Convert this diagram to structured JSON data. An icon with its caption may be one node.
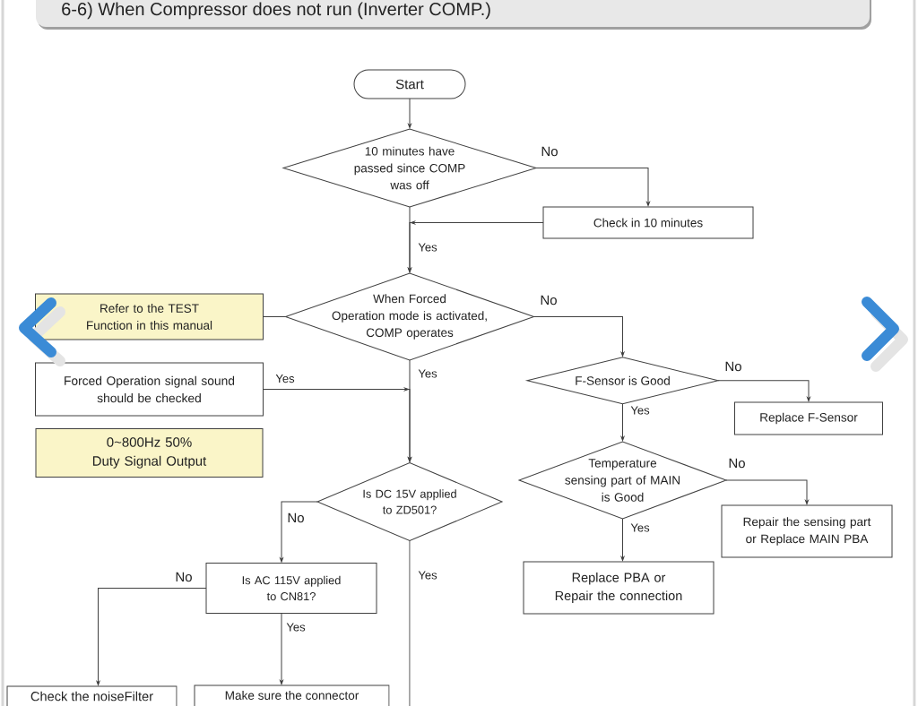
{
  "diagram": {
    "title": "6-6) When Compressor does not run (Inverter COMP.)",
    "nodes": [
      {
        "text": [
          "Start"
        ]
      },
      {
        "text": [
          "10 minutes have passed since COMP was off"
        ]
      },
      {
        "text": [
          "Check in 10 minutes"
        ]
      },
      {
        "text": [
          "Refer to the TEST Function in this manual"
        ]
      },
      {
        "text": [
          "When Forced Operation mode is activated, COMP operates"
        ]
      },
      {
        "text": [
          "Forced Operation signal sound should be checked"
        ]
      },
      {
        "text": [
          "0~800Hz 50% Duty Signal Output"
        ]
      },
      {
        "text": [
          "F-Sensor is Good"
        ]
      },
      {
        "text": [
          "Replace F-Sensor"
        ]
      },
      {
        "text": [
          "Is DC 15V applied to ZD501?"
        ]
      },
      {
        "text": [
          "Temperature sensing part of MAIN is Good"
        ]
      },
      {
        "text": [
          "Repair the sensing part or Replace MAIN PBA"
        ]
      },
      {
        "text": [
          "Is AC 115V applied to CN81?"
        ]
      },
      {
        "text": [
          "Replace PBA or Repair the connection"
        ]
      },
      {
        "text": [
          "Check the noiseFilter"
        ]
      },
      {
        "text": [
          "Make sure the connector"
        ]
      }
    ],
    "edges": [
      {
        "from": 0,
        "to": 1,
        "arrow": "to"
      },
      {
        "from": 1,
        "to": 2,
        "arrow": "to",
        "label": "No"
      },
      {
        "from": 1,
        "to": 4,
        "arrow": "to",
        "label": "Yes"
      },
      {
        "from": 2,
        "to": 4,
        "arrow": "to"
      },
      {
        "from": 4,
        "to": 3,
        "arrow": "none"
      },
      {
        "from": 4,
        "to": 7,
        "arrow": "to",
        "label": "No"
      },
      {
        "from": 4,
        "to": 9,
        "arrow": "to",
        "label": "Yes"
      },
      {
        "from": 5,
        "to": 9,
        "arrow": "to",
        "label": "Yes"
      },
      {
        "from": 7,
        "to": 8,
        "arrow": "to",
        "label": "No"
      },
      {
        "from": 7,
        "to": 10,
        "arrow": "to",
        "label": "Yes"
      },
      {
        "from": 10,
        "to": 11,
        "arrow": "to",
        "label": "No"
      },
      {
        "from": 10,
        "to": 13,
        "arrow": "to",
        "label": "Yes"
      },
      {
        "from": 9,
        "to": 12,
        "arrow": "to",
        "label": "No"
      },
      {
        "from": 9,
        "to": null,
        "arrow": "none",
        "label": "Yes"
      },
      {
        "from": 12,
        "to": 14,
        "arrow": "to",
        "label": "No"
      },
      {
        "from": 12,
        "to": 15,
        "arrow": "to",
        "label": "Yes"
      }
    ]
  }
}
